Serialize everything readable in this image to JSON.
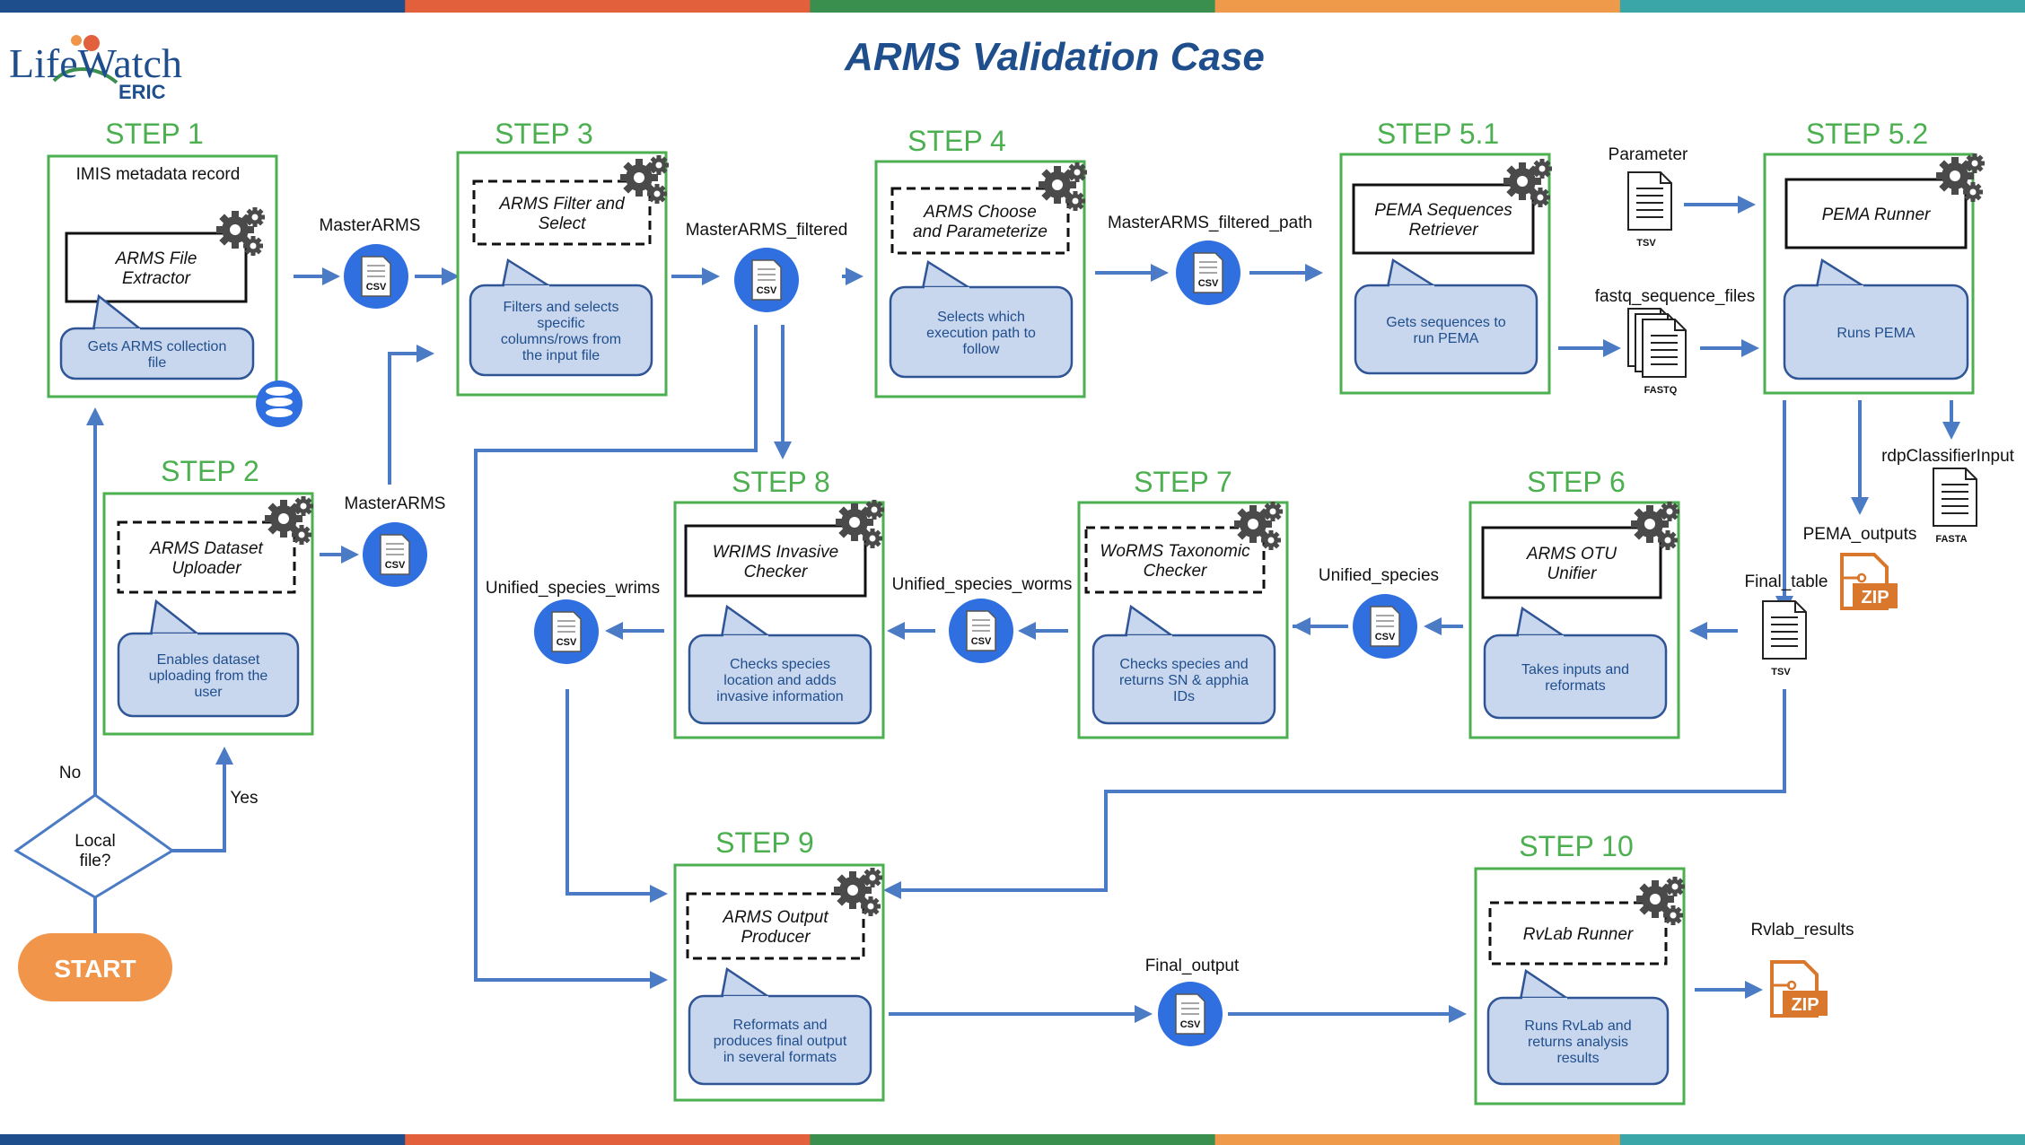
{
  "title": "ARMS Validation Case",
  "logo": {
    "line1": "LifeWatch",
    "line2": "ERIC"
  },
  "colors": {
    "step_green": "#4caf50",
    "arrow_blue": "#4a7bc4",
    "callout_fill": "#c9d7ee",
    "callout_border": "#2f5597",
    "start_orange": "#f0954a",
    "zip_orange": "#d9782d",
    "title_blue": "#1f4e8c"
  },
  "bars": [
    "#1f4e8c",
    "#e2603b",
    "#3a8f4f",
    "#ef9a4b",
    "#3aa6a8"
  ],
  "steps": {
    "s1": {
      "label": "STEP 1",
      "tool": [
        "ARMS File",
        "Extractor"
      ],
      "desc": [
        "Gets ARMS collection",
        "file"
      ]
    },
    "s2": {
      "label": "STEP 2",
      "tool": [
        "ARMS Dataset",
        "Uploader"
      ],
      "desc": [
        "Enables dataset",
        "uploading from the",
        "user"
      ]
    },
    "s3": {
      "label": "STEP 3",
      "tool": [
        "ARMS Filter and",
        "Select"
      ],
      "desc": [
        "Filters and selects",
        "specific",
        "columns/rows from",
        "the input file"
      ]
    },
    "s4": {
      "label": "STEP 4",
      "tool": [
        "ARMS Choose",
        "and Parameterize"
      ],
      "desc": [
        "Selects which",
        "execution path to",
        "follow"
      ]
    },
    "s51": {
      "label": "STEP 5.1",
      "tool": [
        "PEMA Sequences",
        "Retriever"
      ],
      "desc": [
        "Gets sequences to",
        "run PEMA"
      ]
    },
    "s52": {
      "label": "STEP 5.2",
      "tool": [
        "PEMA Runner"
      ],
      "desc": [
        "Runs PEMA"
      ]
    },
    "s6": {
      "label": "STEP 6",
      "tool": [
        "ARMS OTU",
        "Unifier"
      ],
      "desc": [
        "Takes inputs and",
        "reformats"
      ]
    },
    "s7": {
      "label": "STEP 7",
      "tool": [
        "WoRMS Taxonomic",
        "Checker"
      ],
      "desc": [
        "Checks species and",
        "returns SN & apphia",
        "IDs"
      ]
    },
    "s8": {
      "label": "STEP 8",
      "tool": [
        "WRIMS Invasive",
        "Checker"
      ],
      "desc": [
        "Checks species",
        "location and adds",
        "invasive information"
      ]
    },
    "s9": {
      "label": "STEP 9",
      "tool": [
        "ARMS Output",
        "Producer"
      ],
      "desc": [
        "Reformats and",
        "produces final output",
        "in several formats"
      ]
    },
    "s10": {
      "label": "STEP 10",
      "tool": [
        "RvLab Runner"
      ],
      "desc": [
        "Runs RvLab and",
        "returns analysis",
        "results"
      ]
    }
  },
  "data_labels": {
    "imis": "IMIS metadata record",
    "master1": "MasterARMS",
    "master2": "MasterARMS",
    "filtered": "MasterARMS_filtered",
    "filtered_path": "MasterARMS_filtered_path",
    "parameter": "Parameter",
    "fastq_files": "fastq_sequence_files",
    "rdp": "rdpClassifierInput",
    "pema_outputs": "PEMA_outputs",
    "final_table": "Final_table",
    "unified": "Unified_species",
    "unified_worms": "Unified_species_worms",
    "unified_wrims": "Unified_species_wrims",
    "final_output": "Final_output",
    "rvlab_results": "Rvlab_results"
  },
  "file_types": {
    "csv": "CSV",
    "tsv": "TSV",
    "fastq": "FASTQ",
    "fasta": "FASTA",
    "zip": "ZIP"
  },
  "decision": {
    "line1": "Local",
    "line2": "file?",
    "no": "No",
    "yes": "Yes"
  },
  "start": "START"
}
